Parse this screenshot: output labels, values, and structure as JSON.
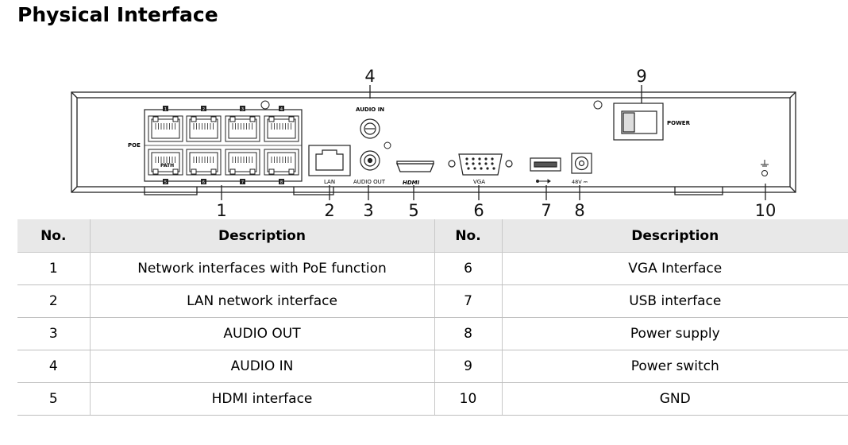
{
  "title": "Physical Interface",
  "panel": {
    "audio_in": "AUDIO IN",
    "audio_out": "AUDIO OUT",
    "poe": "POE",
    "path": "PATH",
    "lan": "LAN",
    "hdmi": "HDMI",
    "vga": "VGA",
    "dc": "48V ⎓",
    "power": "POWER",
    "port_numbers": [
      "1",
      "2",
      "3",
      "4",
      "5",
      "6",
      "7",
      "8"
    ]
  },
  "callouts": [
    "1",
    "2",
    "3",
    "4",
    "5",
    "6",
    "7",
    "8",
    "9",
    "10"
  ],
  "table": {
    "headers": [
      "No.",
      "Description",
      "No.",
      "Description"
    ],
    "rows": [
      [
        "1",
        "Network interfaces with PoE function",
        "6",
        "VGA Interface"
      ],
      [
        "2",
        "LAN network interface",
        "7",
        "USB interface"
      ],
      [
        "3",
        "AUDIO OUT",
        "8",
        "Power supply"
      ],
      [
        "4",
        "AUDIO IN",
        "9",
        "Power switch"
      ],
      [
        "5",
        "HDMI interface",
        "10",
        "GND"
      ]
    ]
  },
  "colors": {
    "header_bg": "#e8e8e8",
    "border": "#c8c8c8",
    "line": "#222222"
  }
}
